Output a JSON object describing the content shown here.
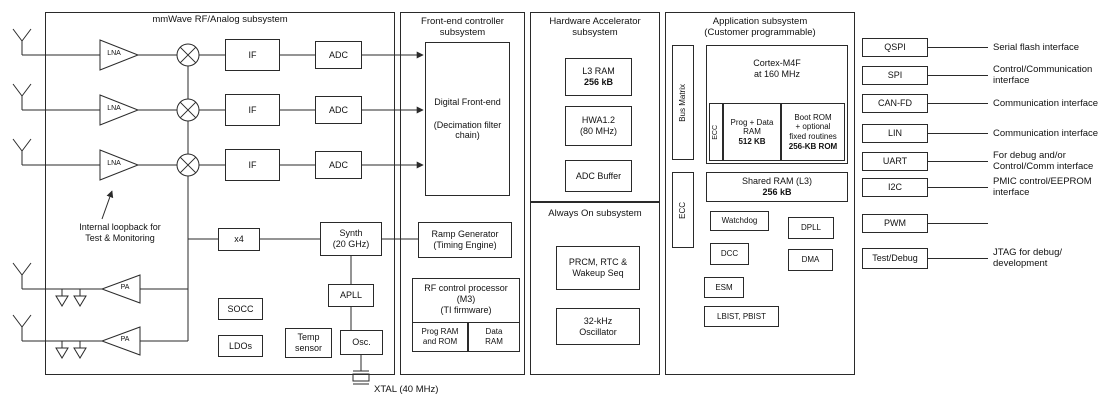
{
  "diagram": {
    "rf": {
      "title": "mmWave RF/Analog subsystem",
      "lna": "LNA",
      "if": "IF",
      "adc": "ADC",
      "loopback": "Internal loopback for\nTest & Monitoring",
      "x4": "x4",
      "synth": "Synth\n(20 GHz)",
      "apll": "APLL",
      "socc": "SOCC",
      "ldos": "LDOs",
      "temp_sensor": "Temp\nsensor",
      "osc": "Osc.",
      "pa": "PA",
      "xtal": "XTAL (40 MHz)"
    },
    "fec": {
      "title": "Front-end controller\nsubsystem",
      "dfe_title": "Digital Front-end",
      "dfe_sub": "(Decimation filter\nchain)",
      "ramp": "Ramp Generator\n(Timing Engine)",
      "rfproc": "RF control processor\n(M3)\n(TI firmware)",
      "prog_ram": "Prog RAM\nand ROM",
      "data_ram": "Data\nRAM"
    },
    "hwa": {
      "title": "Hardware Accelerator\nsubsystem",
      "l3_ram": "L3 RAM",
      "l3_ram_size": "256 kB",
      "hwa12": "HWA1.2\n(80 MHz)",
      "adc_buffer": "ADC Buffer"
    },
    "always_on": {
      "title": "Always On subsystem",
      "prcm": "PRCM, RTC &\nWakeup Seq",
      "osc32": "32-kHz\nOscillator"
    },
    "app": {
      "title": "Application subsystem\n(Customer programmable)",
      "bus_matrix": "Bus Matrix",
      "ecc_left": "ECC",
      "cortex": "Cortex-M4F\nat 160 MHz",
      "ecc_inner": "ECC",
      "prog_data_ram": "Prog + Data\nRAM",
      "prog_data_ram_size": "512 KB",
      "boot_rom": "Boot ROM\n+ optional\nfixed routines",
      "boot_rom_size": "256-KB ROM",
      "shared_ram": "Shared RAM (L3)",
      "shared_ram_size": "256 kB",
      "watchdog": "Watchdog",
      "dpll": "DPLL",
      "dcc": "DCC",
      "dma": "DMA",
      "esm": "ESM",
      "lbist": "LBIST, PBIST"
    },
    "interfaces": [
      {
        "label": "QSPI",
        "desc": "Serial flash interface"
      },
      {
        "label": "SPI",
        "desc": "Control/Communication\ninterface"
      },
      {
        "label": "CAN-FD",
        "desc": "Communication interface"
      },
      {
        "label": "LIN",
        "desc": "Communication interface"
      },
      {
        "label": "UART",
        "desc": "For debug and/or\nControl/Comm interface"
      },
      {
        "label": "I2C",
        "desc": "PMIC control/EEPROM\ninterface"
      },
      {
        "label": "PWM",
        "desc": ""
      },
      {
        "label": "Test/Debug",
        "desc": "JTAG for debug/\ndevelopment"
      }
    ]
  }
}
